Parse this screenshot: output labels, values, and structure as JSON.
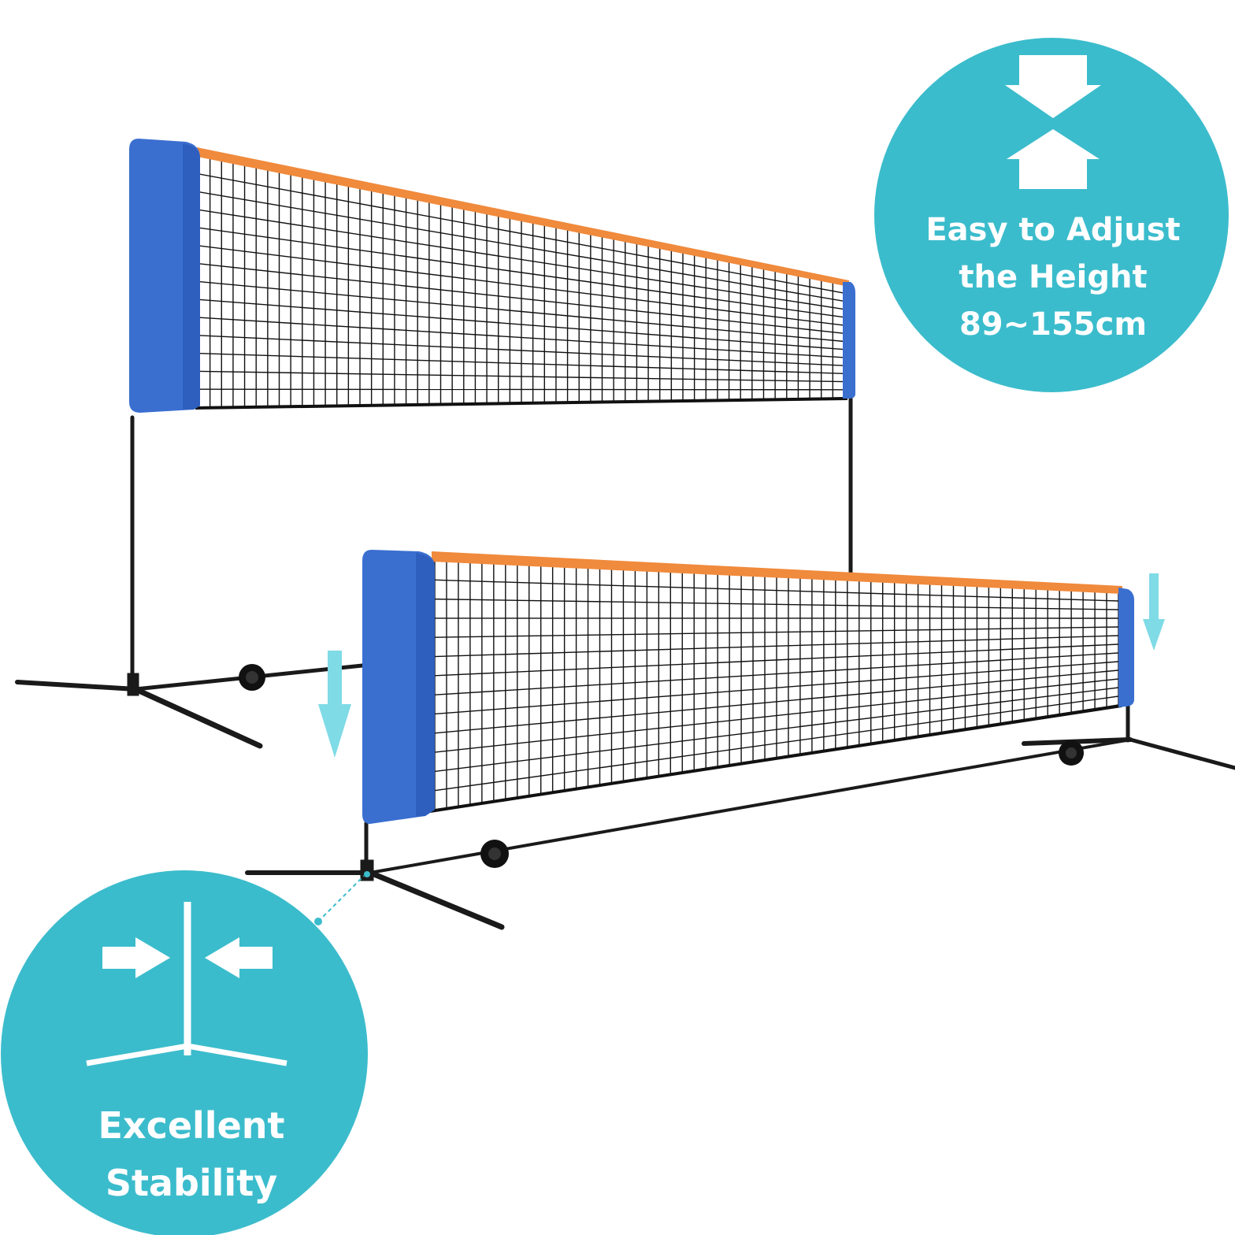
{
  "colors": {
    "accent_teal": "#3bbccc",
    "arrow_cyan": "#7fdbe6",
    "net_blue": "#3a6fd0",
    "net_top_orange": "#f08a3c",
    "mesh": "#111111",
    "frame": "#1a1a1a"
  },
  "badges": {
    "height": {
      "icon": "height-compress-arrows-icon",
      "line1": "Easy to Adjust",
      "line2": "the Height",
      "line3": "89~155cm"
    },
    "stability": {
      "icon": "stand-stability-icon",
      "line1": "Excellent",
      "line2": "Stability"
    }
  }
}
